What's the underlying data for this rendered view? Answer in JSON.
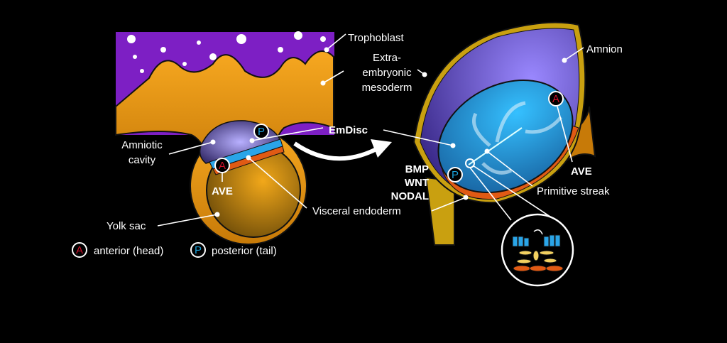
{
  "labels": {
    "trophoblast": "Trophoblast",
    "extraembryonic_mesoderm": [
      "Extra-",
      "embryonic",
      "mesoderm"
    ],
    "emdisc": "EmDisc",
    "amniotic_cavity": [
      "Amniotic",
      "cavity"
    ],
    "ave_left": "AVE",
    "signals": [
      "BMP",
      "WNT",
      "NODAL"
    ],
    "visceral_endoderm": "Visceral endoderm",
    "yolk_sac": "Yolk sac",
    "amnion": "Amnion",
    "ave_right": "AVE",
    "primitive_streak": "Primitive streak"
  },
  "markers": {
    "anterior": "A",
    "posterior": "P"
  },
  "legend": {
    "anterior": "anterior (head)",
    "posterior": "posterior (tail)"
  },
  "colors": {
    "trophoblast": "#7d1fc4",
    "mesoderm": "#e89a10",
    "yolk": "#b8860b",
    "amnion": "#7a64e0",
    "epiblast": "#2aa5e8",
    "endoderm": "#e05a14",
    "anterior_marker": "#d0102a",
    "posterior_marker": "#1aa0d8"
  }
}
